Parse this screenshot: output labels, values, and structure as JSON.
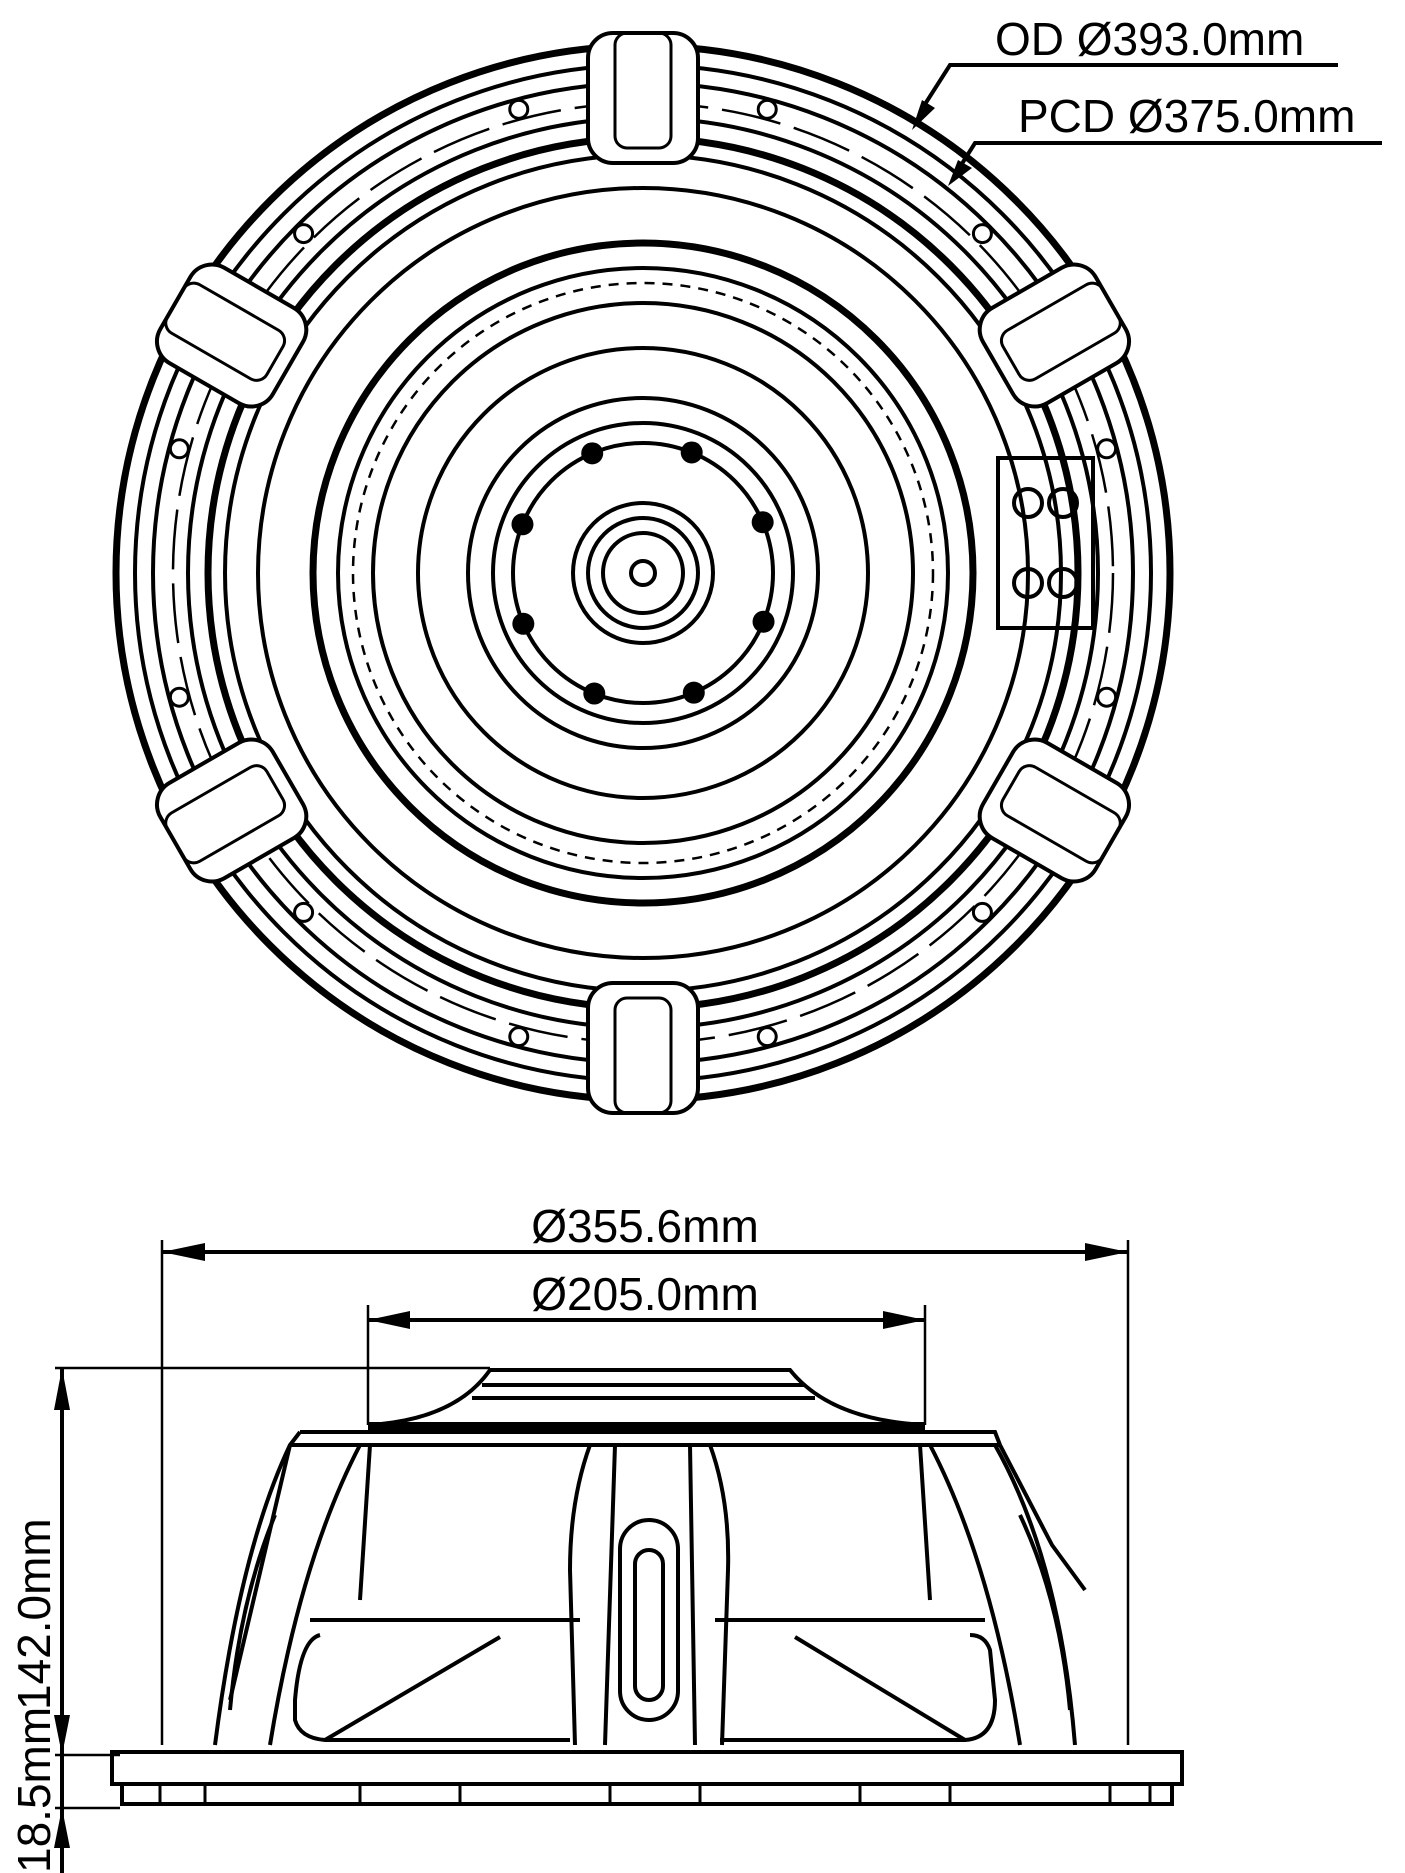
{
  "front_view": {
    "od_label": "OD Ø393.0mm",
    "pcd_label": "PCD Ø375.0mm"
  },
  "side_view": {
    "outer_diameter_label": "Ø355.6mm",
    "magnet_diameter_label": "Ø205.0mm",
    "depth_label": "142.0mm",
    "flange_label": "18.5mm"
  },
  "colors": {
    "line": "#000000",
    "background": "#ffffff"
  }
}
